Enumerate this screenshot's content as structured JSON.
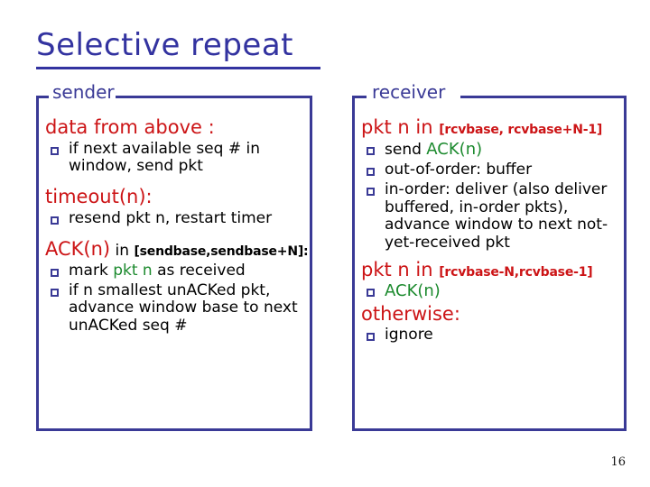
{
  "slide": {
    "title": "Selective repeat",
    "page_number": "16",
    "accent_blue": "#3333A0",
    "border_blue": "#3A3A96",
    "accent_red": "#CC1416",
    "accent_green": "#1C8A2E"
  },
  "sender": {
    "legend": "sender",
    "headings": {
      "data_from_above": "data from above :",
      "timeout": "timeout(n):",
      "ack_main": "ACK(n)",
      "ack_in": " in ",
      "ack_range": "[sendbase,sendbase+N]:"
    },
    "bullets": {
      "if_next_available": "if next available seq # in window, send pkt",
      "resend": "resend pkt n, restart timer",
      "mark_pre": "mark ",
      "mark_pkt": "pkt n",
      "mark_post": " as received",
      "if_smallest": "if n smallest unACKed pkt, advance window base to next unACKed seq #"
    }
  },
  "receiver": {
    "legend": "receiver",
    "headings": {
      "pkt_in_window_main": "pkt n in ",
      "pkt_in_window_range": "[rcvbase, rcvbase+N-1]",
      "pkt_below_window_main": "pkt n in ",
      "pkt_below_window_range": "[rcvbase-N,rcvbase-1]",
      "otherwise": "otherwise:"
    },
    "bullets": {
      "send_pre": "send ",
      "send_ack": "ACK(n)",
      "out_of_order": "out-of-order: buffer",
      "in_order": "in-order: deliver (also deliver buffered, in-order pkts), advance window to next not-yet-received pkt",
      "ack_n": "ACK(n)",
      "ignore": "ignore"
    }
  }
}
